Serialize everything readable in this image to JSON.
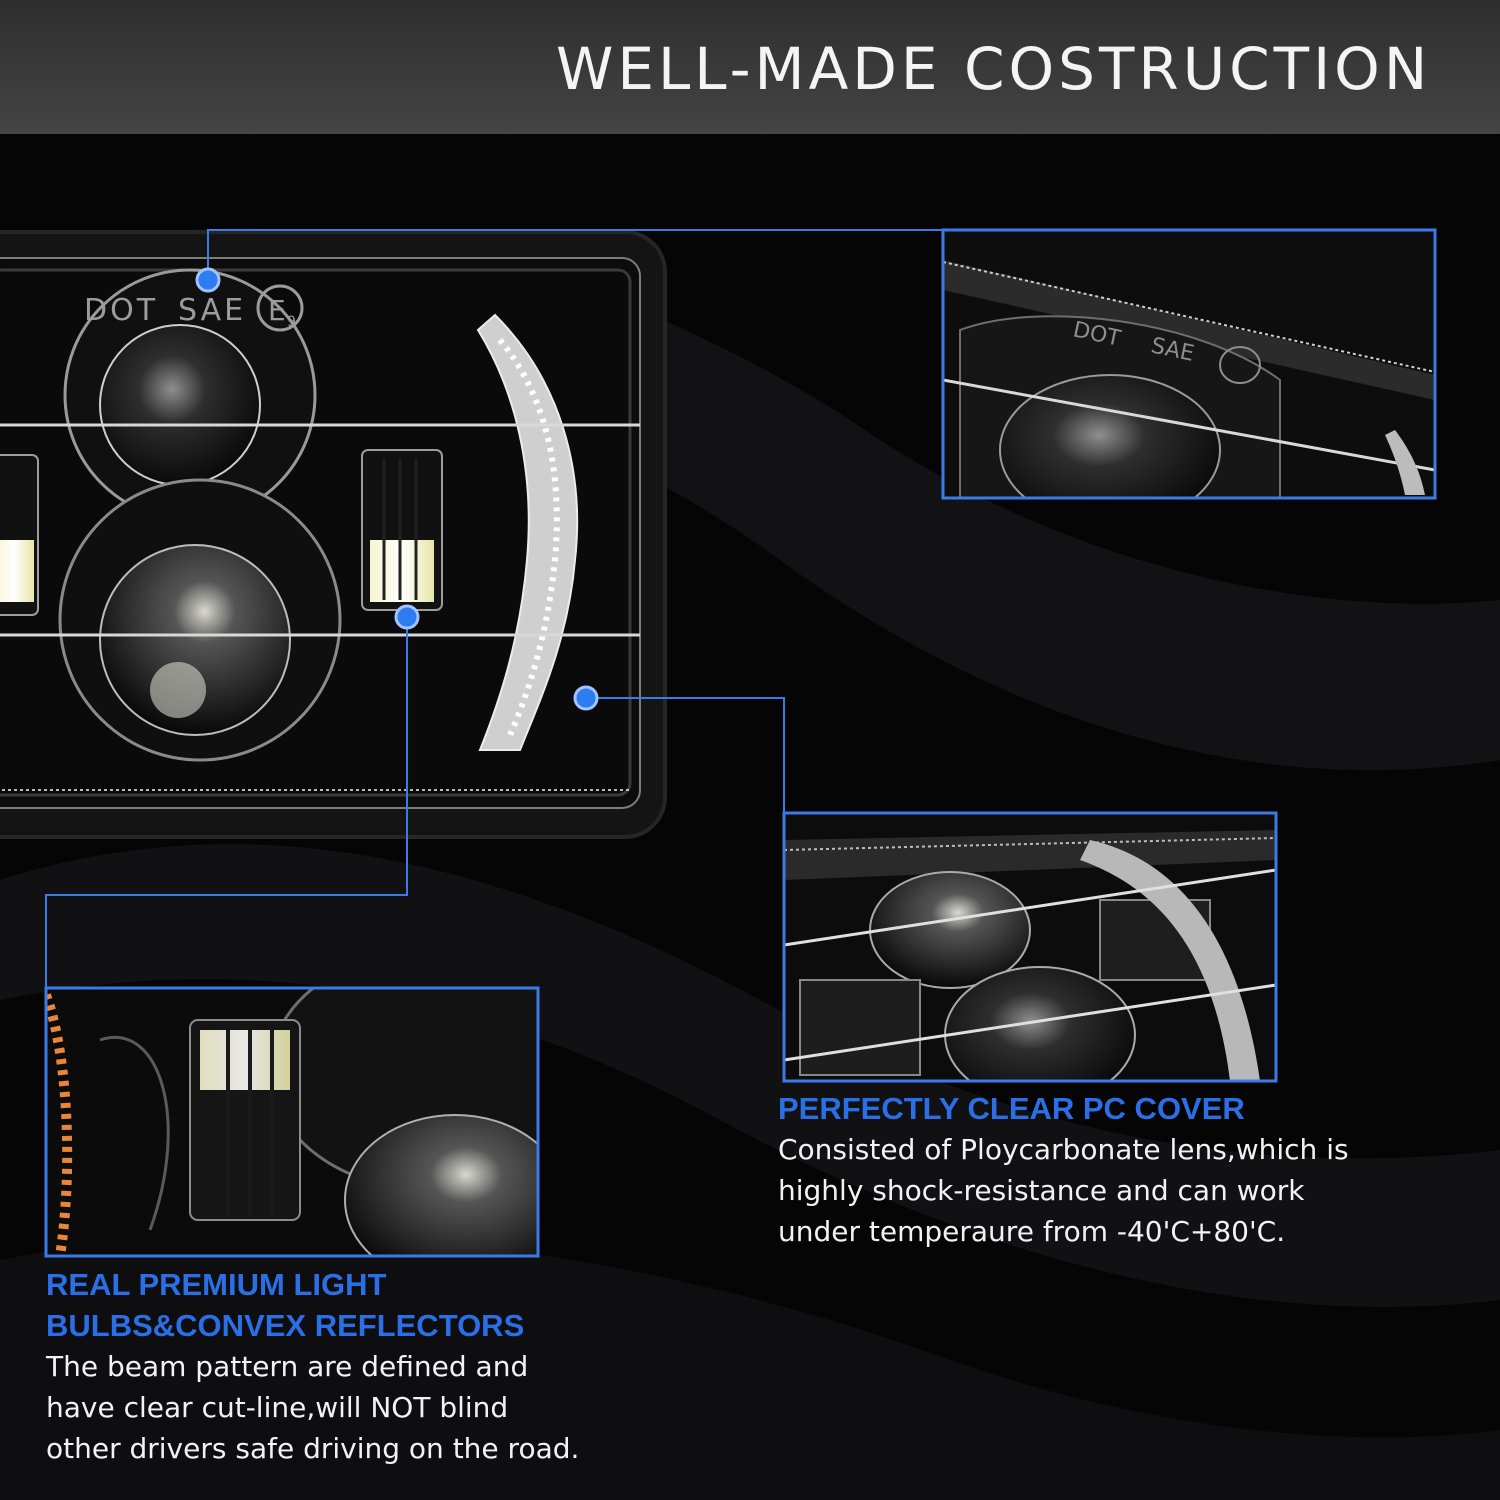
{
  "header": {
    "title": "WELL-MADE COSTRUCTION"
  },
  "headlight": {
    "markings": [
      "DOT",
      "SAE",
      "E",
      "9"
    ]
  },
  "callouts": {
    "pc_cover": {
      "title": "PERFECTLY CLEAR PC COVER",
      "lines": [
        "Consisted of Ploycarbonate lens,which is",
        "highly shock-resistance and can work",
        "under temperaure from -40'C+80'C."
      ]
    },
    "bulbs": {
      "title_lines": [
        "REAL PREMIUM LIGHT",
        "BULBS&CONVEX REFLECTORS"
      ],
      "lines": [
        "The beam pattern are defined and",
        "have clear cut-line,will NOT blind",
        "other drivers safe driving on the road."
      ]
    }
  },
  "colors": {
    "accent": "#2a6fe6",
    "callout_line": "#3a7be8",
    "header_band": "#3a3a3a"
  }
}
